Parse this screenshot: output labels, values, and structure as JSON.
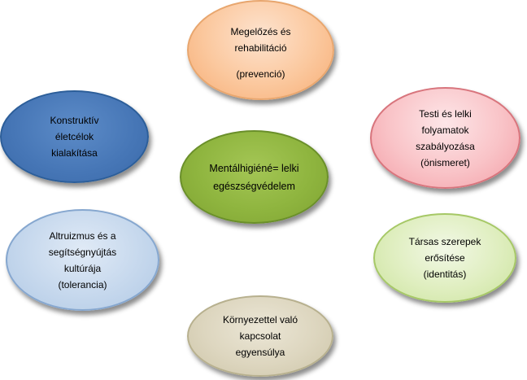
{
  "diagram": {
    "center": {
      "lines": [
        "Mentálhigiéné= lelki",
        "egészségvédelem"
      ],
      "color": "#8fb53f"
    },
    "nodes": {
      "top": {
        "lines": [
          "Megelőzés és",
          "rehabilitáció"
        ],
        "extra": "(prevenció)",
        "color": "#fbc89e"
      },
      "left_top": {
        "lines": [
          "Konstruktív",
          "életcélok",
          "kialakítása"
        ],
        "color": "#4676b6"
      },
      "right_top": {
        "lines": [
          "Testi és lelki",
          "folyamatok",
          "szabályozása",
          "(önismeret)"
        ],
        "color": "#f9c3c7"
      },
      "left_bottom": {
        "lines": [
          "Altruizmus és a",
          "segítségnyújtás",
          "kultúrája",
          "(tolerancia)"
        ],
        "color": "#c6d8ed"
      },
      "right_bottom": {
        "lines": [
          "Társas szerepek",
          "erősítése",
          "(identitás)"
        ],
        "color": "#dfeebf"
      },
      "bottom": {
        "lines": [
          "Környezettel való",
          "kapcsolat",
          "egyensúlya"
        ],
        "color": "#ddd6bf"
      }
    }
  }
}
